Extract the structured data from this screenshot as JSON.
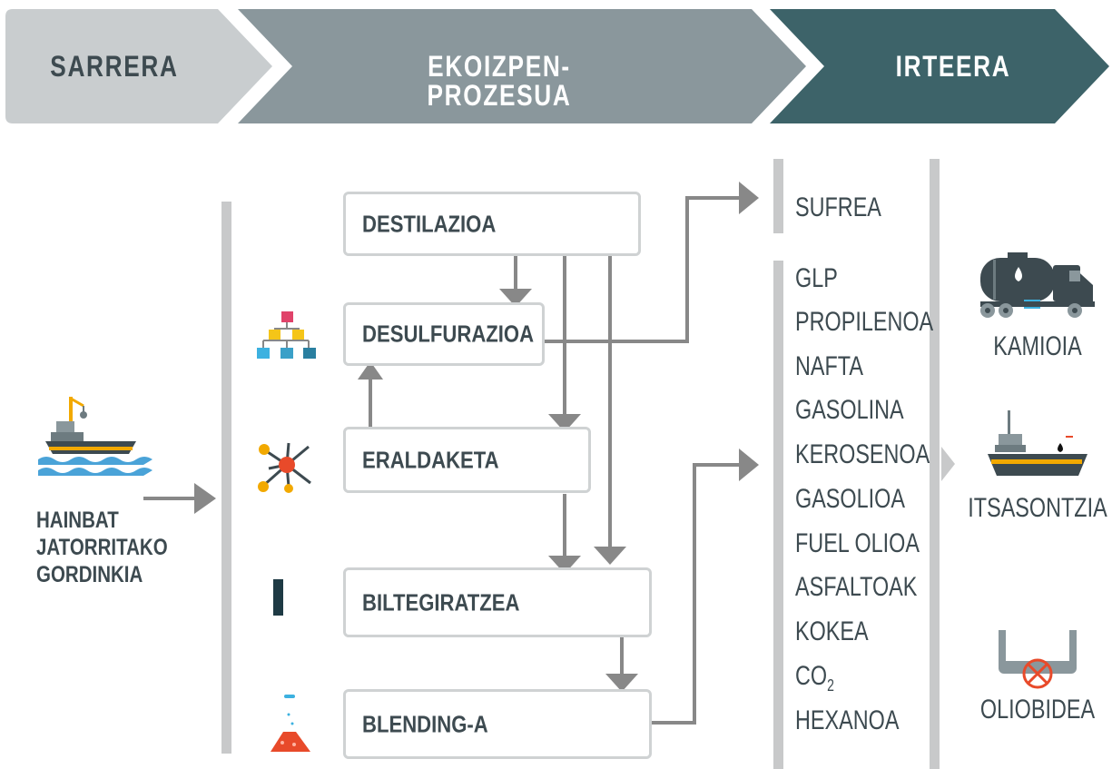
{
  "header": {
    "stage_input": "SARRERA",
    "stage_process": "EKOIZPEN-PROZESUA",
    "stage_output": "IRTEERA"
  },
  "source": {
    "label": "HAINBAT JATORRITAKO GORDINKIA",
    "icon": "tanker-ship-icon"
  },
  "processes": [
    {
      "label": "DESTILAZIOA",
      "icon": ""
    },
    {
      "label": "DESULFURAZIOA",
      "icon": "hierarchy-diagram-icon"
    },
    {
      "label": "ERALDAKETA",
      "icon": "molecule-icon"
    },
    {
      "label": "BILTEGIRATZEA",
      "icon": "storage-tank-icon"
    },
    {
      "label": "BLENDING-A",
      "icon": "flask-icon"
    }
  ],
  "byproduct": "SUFREA",
  "products": [
    "GLP",
    "PROPILENOA",
    "NAFTA",
    "GASOLINA",
    "KEROSENOA",
    "GASOLIOA",
    "FUEL OLIOA",
    "ASFALTOAK",
    "KOKEA",
    "CO",
    "HEXANOA"
  ],
  "co2_subscript": "2",
  "outputs": [
    {
      "label": "KAMIOIA",
      "icon": "tanker-truck-icon"
    },
    {
      "label": "ITSASONTZIA",
      "icon": "ship-icon"
    },
    {
      "label": "OLIOBIDEA",
      "icon": "pipeline-valve-icon"
    }
  ],
  "colors": {
    "stage_input_bg": "#c9cdcf",
    "stage_process_bg": "#8a979c",
    "stage_output_bg": "#3d6369",
    "text_dark": "#3d4a50",
    "arrow": "#888888",
    "divider": "#c8c9ca"
  }
}
